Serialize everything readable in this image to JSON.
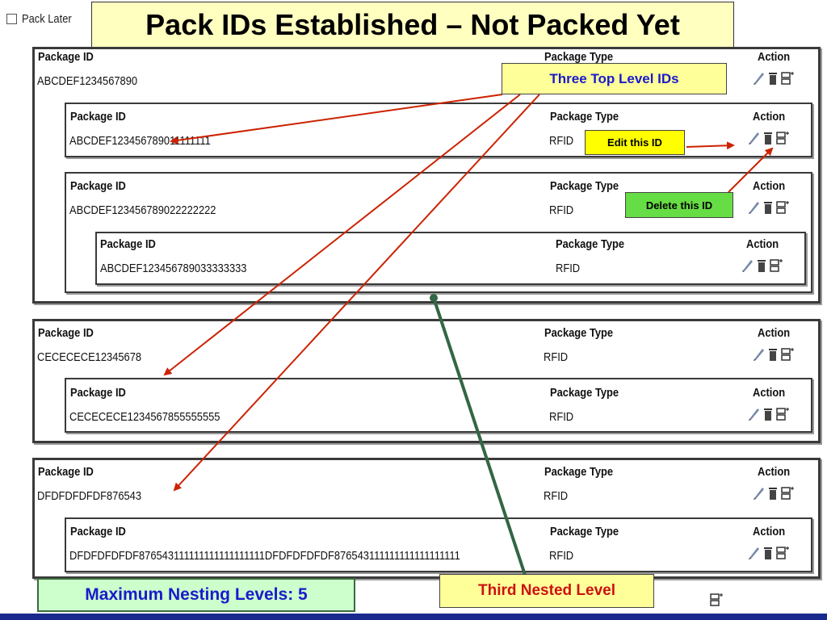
{
  "toolbar": {
    "pack_later_label": "Pack Later"
  },
  "title": "Pack IDs Established – Not Packed Yet",
  "columns": {
    "id": "Package ID",
    "type": "Package Type",
    "action": "Action"
  },
  "packages": {
    "p1": {
      "id": "ABCDEF1234567890",
      "type": ""
    },
    "p1a": {
      "id": "ABCDEF123456789011111111",
      "type": "RFID"
    },
    "p1b": {
      "id": "ABCDEF123456789022222222",
      "type": "RFID"
    },
    "p1b1": {
      "id": "ABCDEF123456789033333333",
      "type": "RFID"
    },
    "p2": {
      "id": "CECECECE12345678",
      "type": "RFID"
    },
    "p2a": {
      "id": "CECECECE1234567855555555",
      "type": "RFID"
    },
    "p3": {
      "id": "DFDFDFDFDF876543",
      "type": "RFID"
    },
    "p3a": {
      "id": "DFDFDFDFDF876543111111111111111111DFDFDFDFDF876543111111111111111111",
      "type": "RFID"
    }
  },
  "callouts": {
    "top_level": "Three Top Level IDs",
    "edit": "Edit this ID",
    "delete": "Delete this ID",
    "max_nesting": "Maximum Nesting Levels: 5",
    "third_level": "Third Nested Level"
  },
  "icons": [
    "edit-pencil-icon",
    "delete-trash-icon",
    "nest-package-icon"
  ],
  "colors": {
    "title_bg": "#ffffc0",
    "callout_bg": "#ffff99",
    "edit_bg": "#ffff00",
    "delete_bg": "#66dd44",
    "max_bg": "#ccffcc",
    "arrow_red": "#cc2200",
    "arrow_green": "#336644",
    "text_blue": "#1a1acc",
    "text_red": "#cc1111",
    "bottom_bar": "#1a2a8c"
  }
}
